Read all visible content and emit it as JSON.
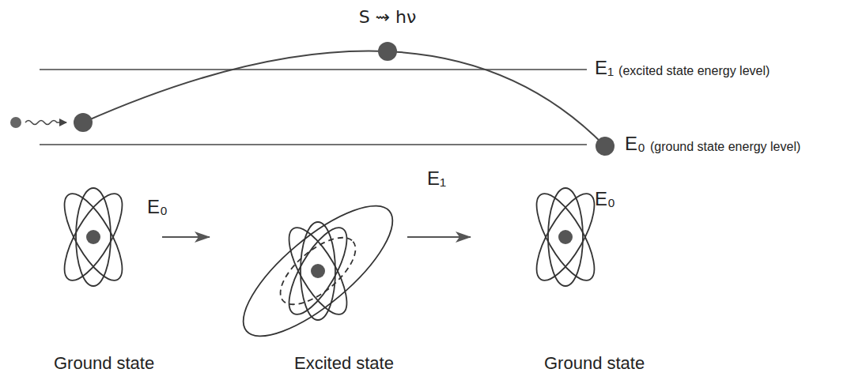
{
  "diagram": {
    "labels": [
      "S ⇝ hν",
      "E₁",
      "(excited state energy level)",
      "E₀",
      "(ground state energy level)",
      "E₀",
      "E₁",
      "E₀",
      "Ground state",
      "Excited state",
      "Ground state"
    ]
  }
}
